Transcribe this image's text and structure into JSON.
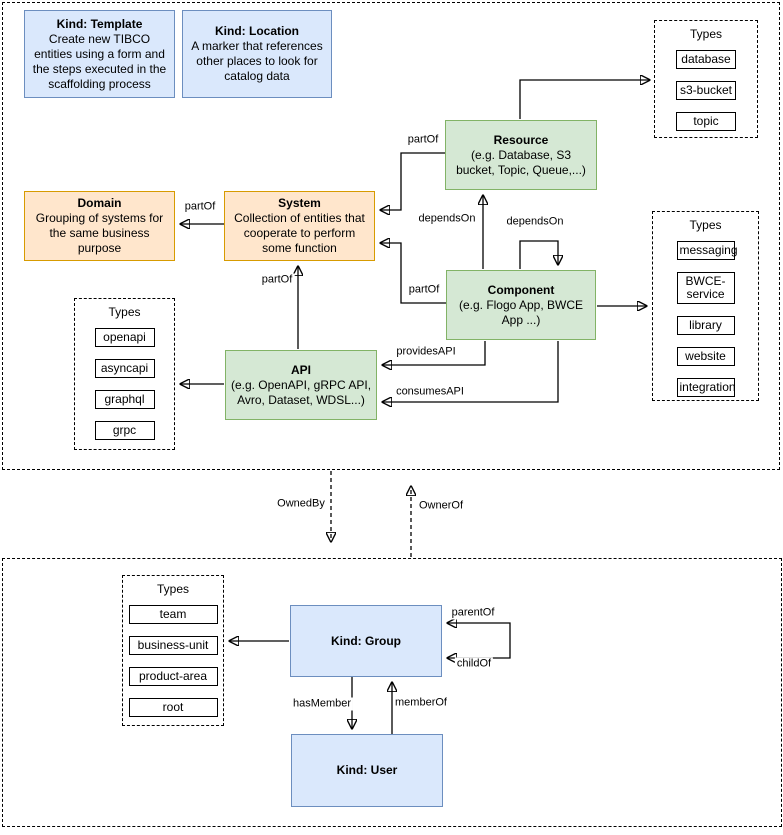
{
  "catalog_section": {
    "template_card": {
      "title": "Kind: Template",
      "description": "Create new TIBCO entities using a form and the steps executed in the scaffolding process"
    },
    "location_card": {
      "title": "Kind: Location",
      "description": "A marker that references other places to look for catalog data"
    },
    "domain": {
      "title": "Domain",
      "description": "Grouping of systems for the same business purpose"
    },
    "system": {
      "title": "System",
      "description": "Collection of entities that cooperate to perform some function"
    },
    "resource": {
      "title": "Resource",
      "description": "(e.g. Database, S3 bucket, Topic, Queue,...)"
    },
    "component": {
      "title": "Component",
      "description": "(e.g. Flogo App, BWCE App ...)"
    },
    "api": {
      "title": "API",
      "description": "(e.g. OpenAPI, gRPC API, Avro, Dataset, WDSL...)"
    },
    "resource_types": {
      "title": "Types",
      "items": [
        "database",
        "s3-bucket",
        "topic"
      ]
    },
    "component_types": {
      "title": "Types",
      "items": [
        "messaging",
        "BWCE-service",
        "library",
        "website",
        "integration"
      ]
    },
    "api_types": {
      "title": "Types",
      "items": [
        "openapi",
        "asyncapi",
        "graphql",
        "grpc"
      ]
    }
  },
  "org_section": {
    "group": {
      "title": "Kind: Group"
    },
    "user": {
      "title": "Kind: User"
    },
    "group_types": {
      "title": "Types",
      "items": [
        "team",
        "business-unit",
        "product-area",
        "root"
      ]
    }
  },
  "edge_labels": {
    "part_of": "partOf",
    "depends_on": "dependsOn",
    "provides_api": "providesAPI",
    "consumes_api": "consumesAPI",
    "owned_by": "OwnedBy",
    "owner_of": "OwnerOf",
    "parent_of": "parentOf",
    "child_of": "childOf",
    "has_member": "hasMember",
    "member_of": "memberOf"
  },
  "colors": {
    "entity_blue_fill": "#dae8fc",
    "entity_blue_stroke": "#6c8ebf",
    "entity_green_fill": "#d5e8d4",
    "entity_green_stroke": "#82b366",
    "entity_orange_fill": "#ffe6cc",
    "entity_orange_stroke": "#d79b00",
    "line_color": "#000000"
  }
}
